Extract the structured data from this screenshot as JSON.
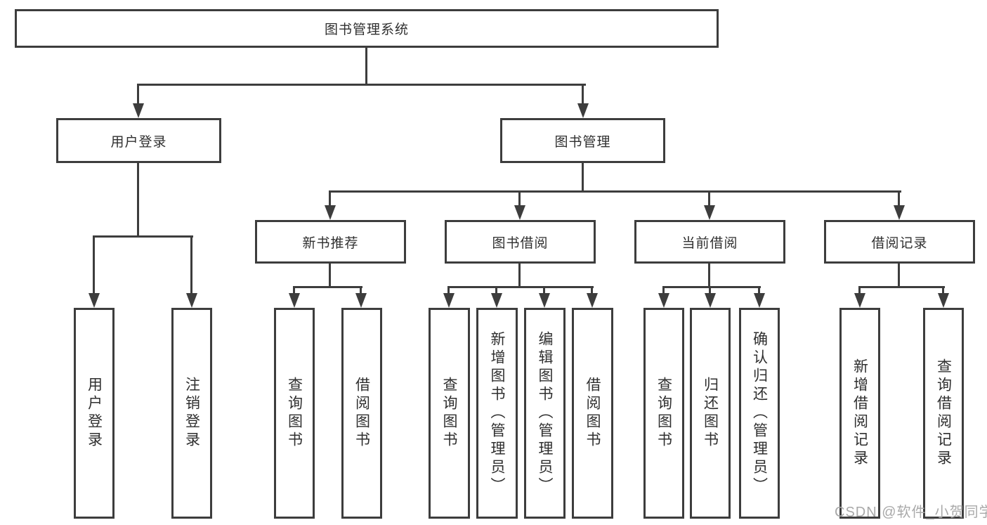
{
  "diagram": {
    "root": {
      "label": "图书管理系统"
    },
    "level2": [
      {
        "label": "用户登录"
      },
      {
        "label": "图书管理"
      }
    ],
    "level3": [
      {
        "label": "新书推荐"
      },
      {
        "label": "图书借阅"
      },
      {
        "label": "当前借阅"
      },
      {
        "label": "借阅记录"
      }
    ],
    "leaves": {
      "user_login": [
        {
          "label": "用户登录"
        },
        {
          "label": "注销登录"
        }
      ],
      "new_books": [
        {
          "label": "查询图书"
        },
        {
          "label": "借阅图书"
        }
      ],
      "book_borrow": [
        {
          "label": "查询图书"
        },
        {
          "label": "新增图书（管理员）"
        },
        {
          "label": "编辑图书（管理员）"
        },
        {
          "label": "借阅图书"
        }
      ],
      "current_borrow": [
        {
          "label": "查询图书"
        },
        {
          "label": "归还图书"
        },
        {
          "label": "确认归还（管理员）"
        }
      ],
      "borrow_records": [
        {
          "label": "新增借阅记录"
        },
        {
          "label": "查询借阅记录"
        }
      ]
    }
  },
  "watermark": {
    "text": "CSDN @软件_小贺同学"
  },
  "colors": {
    "line": "#3d3d3d",
    "text": "#2f2f2f",
    "watermark": "#a9a9a9",
    "background": "#ffffff"
  }
}
